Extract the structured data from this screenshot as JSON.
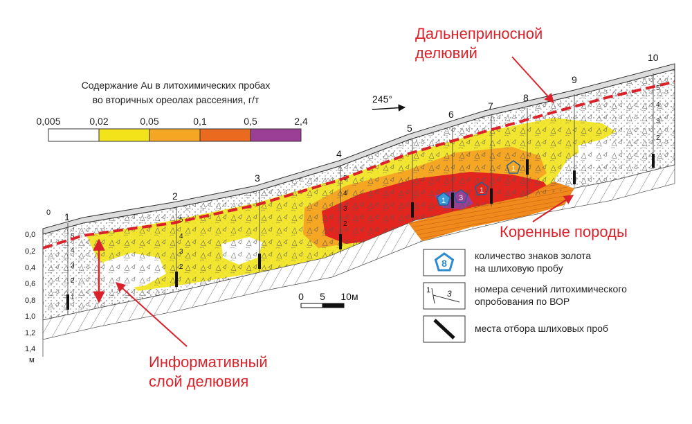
{
  "legend_title_line1": "Содержание Au в литохимических пробах",
  "legend_title_line2": "во вторичных ореолах рассеяния, г/т",
  "legend_ticks": [
    "0,005",
    "0,02",
    "0,05",
    "0,1",
    "0,5",
    "2,4"
  ],
  "legend_colors": [
    "#ffffff",
    "#f2e31a",
    "#f5a623",
    "#ea6a1f",
    "#9b3f96"
  ],
  "direction_label": "245°",
  "callout_deluvium_line1": "Дальнеприносной",
  "callout_deluvium_line2": "делювий",
  "callout_bedrock": "Коренные породы",
  "callout_informative_line1": "Информативный",
  "callout_informative_line2": "слой делювия",
  "section_numbers": [
    "1",
    "2",
    "3",
    "4",
    "5",
    "6",
    "7",
    "8",
    "9",
    "10"
  ],
  "left_zero_label": "0",
  "depth_ticks": [
    "0,0",
    "0,2",
    "0,4",
    "0,6",
    "0,8",
    "1,0",
    "1,2",
    "1,4"
  ],
  "depth_unit": "м",
  "scale_bar_labels": [
    "0",
    "5",
    "10м"
  ],
  "key_items": [
    {
      "symbol": "pentagon-8",
      "line1": "количество знаков золота",
      "line2": "на шлиховую пробу",
      "number": "8"
    },
    {
      "symbol": "section-line",
      "line1": "номера сечений литохимического",
      "line2": "опробования по ВОР",
      "number1": "1",
      "number2": "3"
    },
    {
      "symbol": "sample-mark",
      "line1": "места отбора шлиховых проб",
      "line2": ""
    }
  ],
  "layer_numbers": [
    "1",
    "2",
    "3",
    "4",
    "5"
  ],
  "pentagon_values": [
    "1",
    "3",
    "1",
    "1"
  ]
}
